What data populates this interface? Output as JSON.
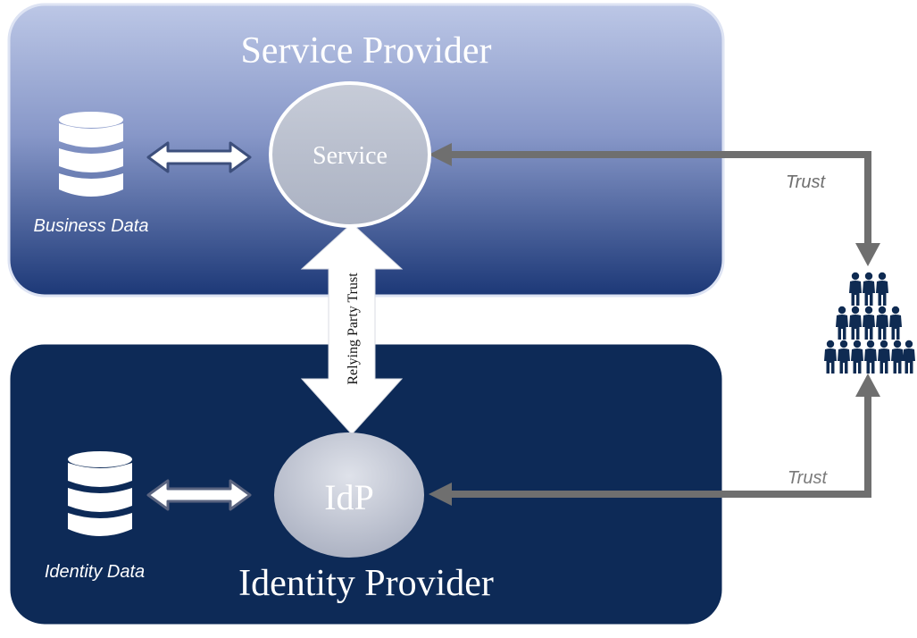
{
  "service_provider": {
    "title": "Service Provider",
    "node_label": "Service",
    "data_label": "Business Data"
  },
  "identity_provider": {
    "title": "Identity Provider",
    "node_label": "IdP",
    "data_label": "Identity Data"
  },
  "relying_party_label": "Relying Party Trust",
  "trust_top_label": "Trust",
  "trust_bottom_label": "Trust",
  "colors": {
    "sp_top": "#b7c3e3",
    "sp_bottom": "#1f3b7a",
    "idp_box": "#0d2a57",
    "node_fill": "#c8ccd6",
    "trust_line": "#6f6f6f",
    "people": "#0f2b52"
  },
  "icons": [
    "database-icon",
    "double-arrow-icon",
    "people-pyramid-icon"
  ]
}
